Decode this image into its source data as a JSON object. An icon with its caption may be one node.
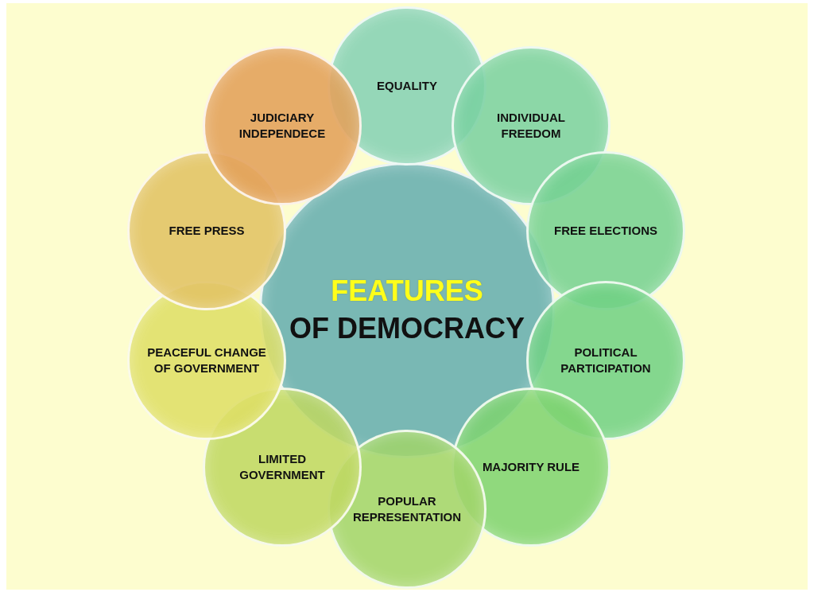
{
  "diagram": {
    "nodes": [
      {
        "text": [
          "FEATURES",
          "OF DEMOCRACY"
        ]
      },
      {
        "text": [
          "EQUALITY"
        ]
      },
      {
        "text": [
          "INDIVIDUAL FREEDOM"
        ]
      },
      {
        "text": [
          "FREE ELECTIONS"
        ]
      },
      {
        "text": [
          "POLITICAL PARTICIPATION"
        ]
      },
      {
        "text": [
          "MAJORITY RULE"
        ]
      },
      {
        "text": [
          "POPULAR REPRESENTATION"
        ]
      },
      {
        "text": [
          "LIMITED GOVERNMENT"
        ]
      },
      {
        "text": [
          "PEACEFUL CHANGE OF GOVERNMENT"
        ]
      },
      {
        "text": [
          "FREE PRESS"
        ]
      },
      {
        "text": [
          "JUDICIARY INDEPENDECE"
        ]
      }
    ]
  }
}
